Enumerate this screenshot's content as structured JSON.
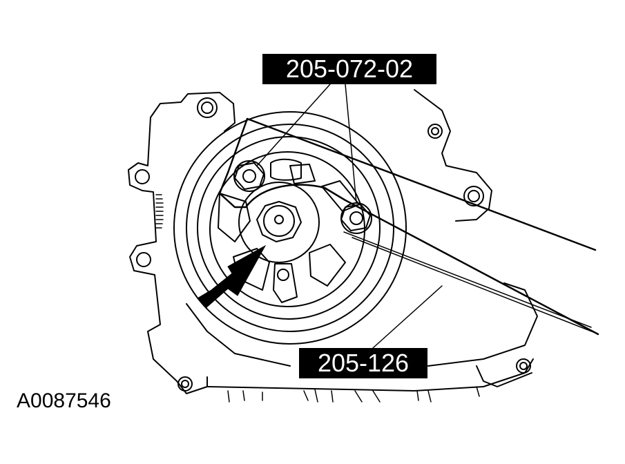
{
  "labels": {
    "tool_top": "205-072-02",
    "tool_bottom": "205-126",
    "figure_id": "A0087546"
  },
  "colors": {
    "ink": "#000000",
    "paper": "#ffffff"
  }
}
